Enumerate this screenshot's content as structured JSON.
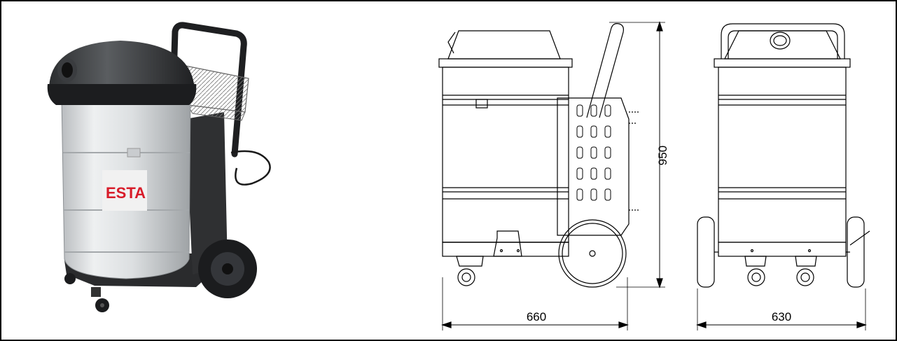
{
  "product": {
    "brand_text": "ESTA",
    "brand_color": "#d81c2a"
  },
  "drawing": {
    "height_dimension": "950",
    "side_width_dimension": "660",
    "front_width_dimension": "630"
  }
}
